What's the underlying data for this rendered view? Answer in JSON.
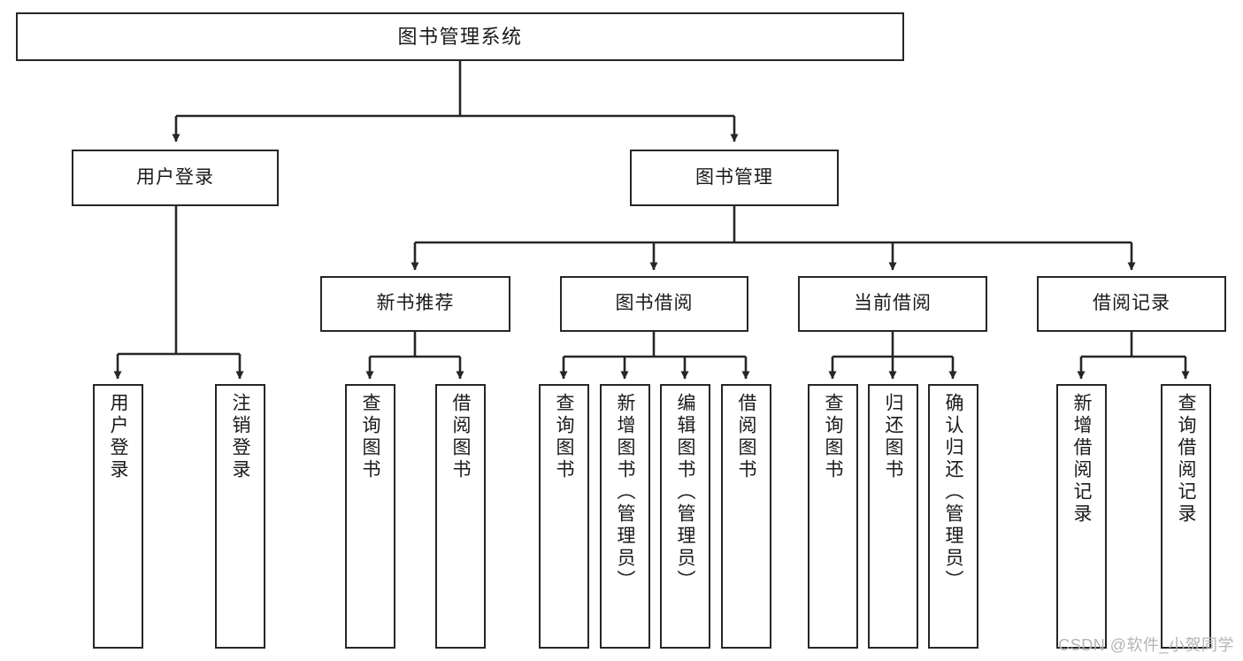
{
  "diagram": {
    "title": "图书管理系统",
    "type": "tree-hierarchy-chart",
    "arrow_color": "#262626",
    "box_border_color": "#262626",
    "box_fill_color": "#ffffff",
    "background_color": "#ffffff"
  },
  "root": {
    "label": "图书管理系统"
  },
  "level2": [
    {
      "label": "用户登录"
    },
    {
      "label": "图书管理"
    }
  ],
  "level3": [
    {
      "label": "新书推荐"
    },
    {
      "label": "图书借阅"
    },
    {
      "label": "当前借阅"
    },
    {
      "label": "借阅记录"
    }
  ],
  "leaves": {
    "user_login": [
      {
        "label": "用户登录"
      },
      {
        "label": "注销登录"
      }
    ],
    "new_book_recommend": [
      {
        "label": "查询图书"
      },
      {
        "label": "借阅图书"
      }
    ],
    "book_borrow": [
      {
        "label": "查询图书"
      },
      {
        "label": "新增图书（管理员）"
      },
      {
        "label": "编辑图书（管理员）"
      },
      {
        "label": "借阅图书"
      }
    ],
    "current_borrow": [
      {
        "label": "查询图书"
      },
      {
        "label": "归还图书"
      },
      {
        "label": "确认归还（管理员）"
      }
    ],
    "borrow_record": [
      {
        "label": "新增借阅记录"
      },
      {
        "label": "查询借阅记录"
      }
    ]
  },
  "watermark": {
    "text": "CSDN @软件_小贺同学"
  }
}
